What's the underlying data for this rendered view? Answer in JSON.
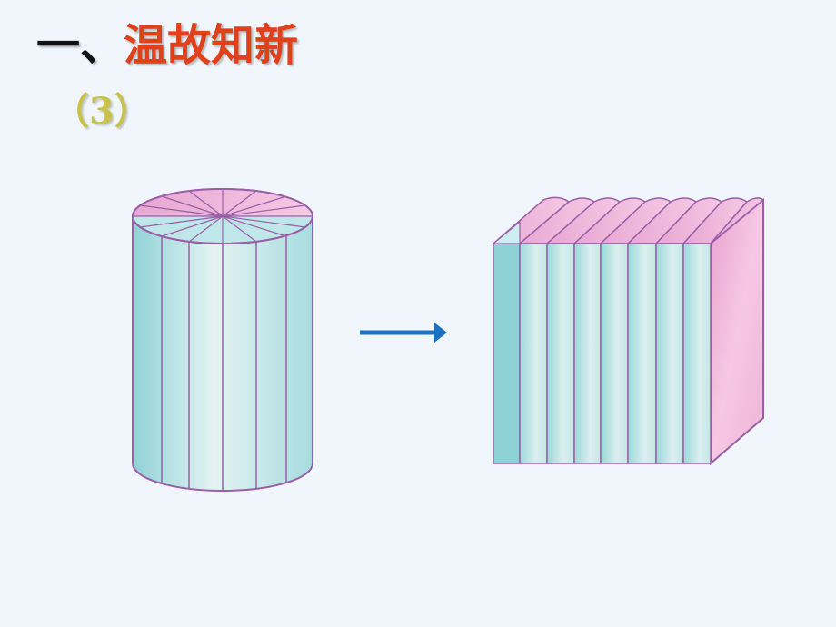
{
  "slide": {
    "heading_prefix": "一、",
    "heading_title": "温故知新",
    "subheading": "（3）"
  },
  "colors": {
    "background": "#f0f6fc",
    "heading_title": "#e0401a",
    "subheading": "#c8c24a",
    "cylinder_side": "#bfe6e8",
    "cylinder_top": "#e8a8d4",
    "outline": "#9a5fa8",
    "arrow": "#1a72c0",
    "block_side": "#f2b8dc"
  },
  "icons": {
    "arrow": "right-arrow-icon"
  }
}
